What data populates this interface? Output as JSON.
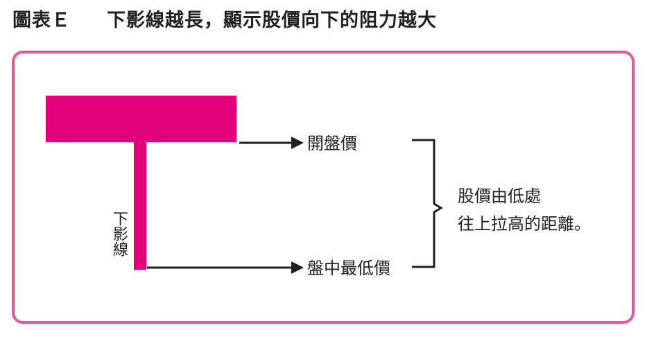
{
  "title": {
    "label": "圖表Ｅ",
    "text": "下影線越長，顯示股價向下的阻力越大"
  },
  "diagram": {
    "candle_color": "#e2007a",
    "frame_color": "#e5579b",
    "lower_shadow_label": "下影線",
    "open_label": "開盤價",
    "low_label": "盤中最低價",
    "conclusion_line1": "股價由低處",
    "conclusion_line2": "往上拉高的距離。"
  }
}
